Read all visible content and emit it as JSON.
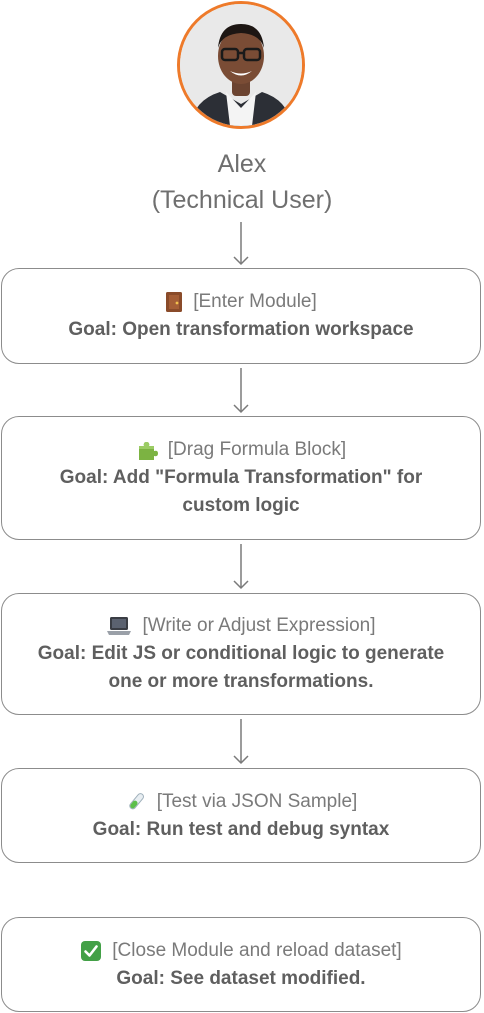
{
  "persona": {
    "name": "Alex",
    "role": "(Technical User)",
    "accent_color": "#ee7a2a"
  },
  "steps": [
    {
      "icon": "door-icon",
      "title": "[Enter Module]",
      "goal": "Goal: Open transformation workspace"
    },
    {
      "icon": "puzzle-piece-icon",
      "title": "[Drag Formula Block]",
      "goal": "Goal: Add \"Formula Transformation\" for custom logic"
    },
    {
      "icon": "laptop-icon",
      "title": "[Write or Adjust Expression]",
      "goal": "Goal: Edit JS or conditional logic to generate one or more transformations."
    },
    {
      "icon": "test-tube-icon",
      "title": "[Test via JSON Sample]",
      "goal": "Goal: Run test and debug syntax"
    },
    {
      "icon": "check-mark-icon",
      "title": "[Close Module and reload dataset]",
      "goal": "Goal: See dataset modified."
    }
  ]
}
